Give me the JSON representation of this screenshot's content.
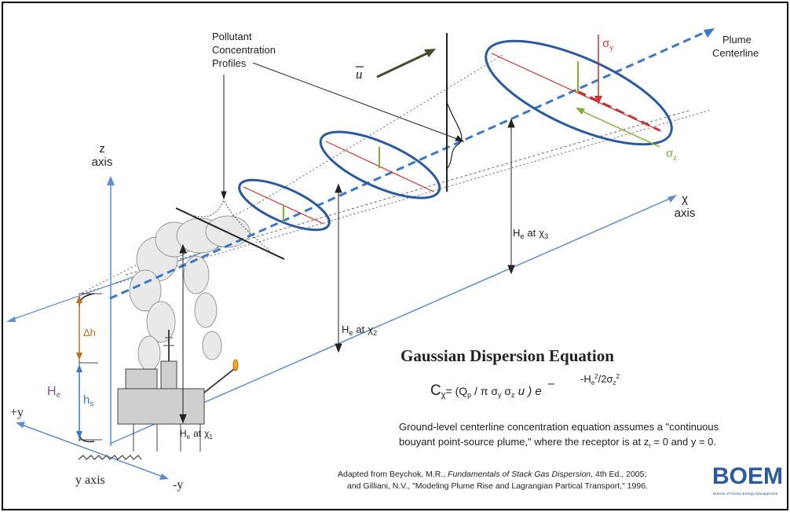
{
  "labels": {
    "z_axis_top": "z",
    "z_axis_bottom": "axis",
    "x_axis_top": "χ",
    "x_axis_bottom": "axis",
    "y_axis": "y axis",
    "plus_y": "+y",
    "minus_y": "-y",
    "plume_centerline_1": "Plume",
    "plume_centerline_2": "Centerline",
    "pollutant_1": "Pollutant",
    "pollutant_2": "Concentration",
    "pollutant_3": "Profiles",
    "wind": "u",
    "sigma_y": "σ",
    "sigma_y_sub": "y",
    "sigma_z": "σ",
    "sigma_z_sub": "z",
    "delta_h": "Δh",
    "h_s": "h",
    "h_s_sub": "s",
    "H_e": "H",
    "H_e_sub": "e",
    "he_x1_main": "H",
    "he_x1_sub": "e",
    "he_x1_at": "at",
    "he_x1_chi": "χ",
    "he_x1_chisub": "1",
    "he_x2_main": "H",
    "he_x2_sub": "e",
    "he_x2_at": "at",
    "he_x2_chi": "χ",
    "he_x2_chisub": "2",
    "he_x3_main": "H",
    "he_x3_sub": "e",
    "he_x3_at": "at",
    "he_x3_chi": "χ",
    "he_x3_chisub": "3"
  },
  "equation": {
    "title": "Gaussian Dispersion Equation",
    "lhs": "C",
    "lhs_sub": "χ",
    "rhs": "= (Q",
    "rhs_p": "p",
    "rhs_mid": " / π σ",
    "rhs_y": "y",
    "rhs_sz": " σ",
    "rhs_z": "z",
    "rhs_u": " u ) e",
    "exponent": "-H",
    "exponent_e": "e",
    "exponent_2": "2",
    "exponent_rest": "/2σ",
    "exponent_z": "z",
    "exponent_2b": "2"
  },
  "description": {
    "line1": "Ground-level centerline concentration equation assumes a \"continuous",
    "line2": "bouyant point-source plume,\" where the receptor is at z",
    "line2_sub": "r",
    "line2_end": " = 0 and y = 0."
  },
  "citation": {
    "line1_start": "Adapted from Beychok, M.R., ",
    "line1_title": "Fundamentals of Stack Gas Dispersion",
    "line1_end": ", 4th Ed., 2005;",
    "line2": "and Gilliani, N.V., \"Modeling Plume Rise and Lagrangian Partical Transport,\" 1996."
  },
  "logo": {
    "text": "BOEM",
    "sub": "Bureau of Ocean Energy Management"
  },
  "colors": {
    "blue_axis": "#5b8fd0",
    "dashed_plume": "#3a78c8",
    "ellipse_stroke": "#2b5aa0",
    "red": "#d0342c",
    "green": "#7fb03a",
    "orange": "#c0711f",
    "purple": "#7a55b0",
    "dark": "#222222"
  }
}
